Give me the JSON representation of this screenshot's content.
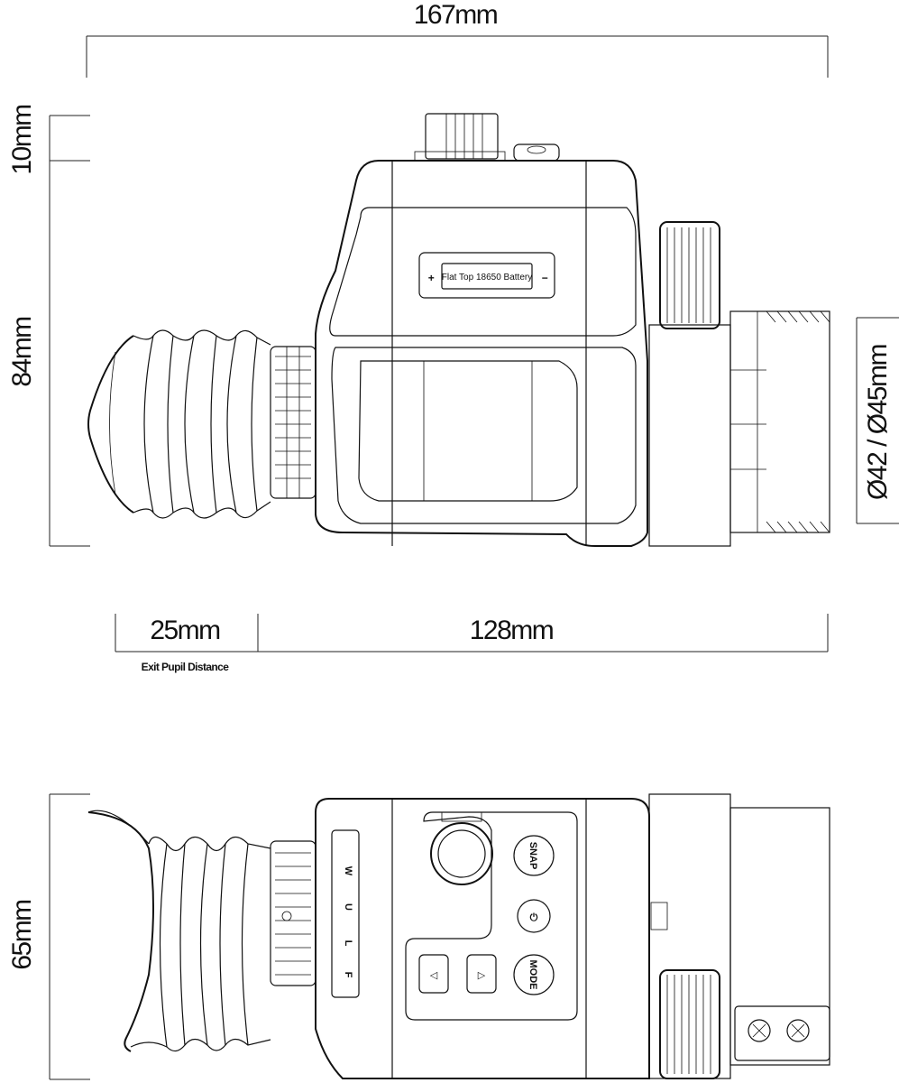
{
  "dimensions": {
    "overall_length": "167mm",
    "top_height": "10mm",
    "body_height": "84mm",
    "lens_diameter": "Ø42 / Ø45mm",
    "eye_relief": "25mm",
    "eye_relief_caption": "Exit Pupil Distance",
    "body_length": "128mm",
    "width": "65mm"
  },
  "labels": {
    "battery": "Flat Top 18650 Battery",
    "battery_plus": "+",
    "battery_minus": "−",
    "btn_snap": "SNAP",
    "btn_mode": "MODE",
    "btn_power": "⏻",
    "btn_left": "◁",
    "btn_right": "▷",
    "side_w": "W",
    "side_u": "U",
    "side_l": "L",
    "side_f": "F"
  },
  "colors": {
    "line": "#111111",
    "background": "#ffffff"
  }
}
